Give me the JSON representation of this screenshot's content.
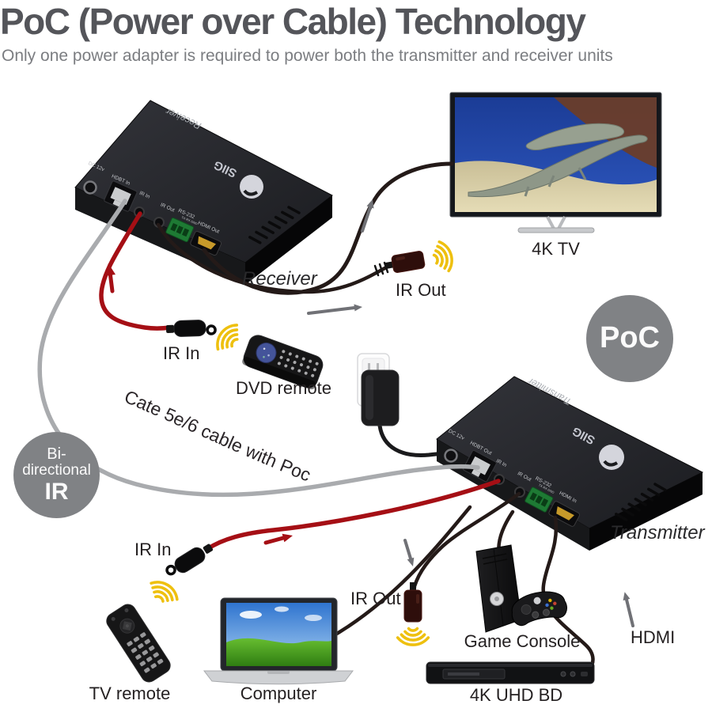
{
  "header": {
    "title": "PoC (Power over Cable) Technology",
    "subtitle": "Only one power adapter is required to power both the transmitter and receiver units"
  },
  "badges": {
    "poc": "PoC",
    "bidirectional": {
      "line1": "Bi-",
      "line2": "directional",
      "line3": "IR"
    }
  },
  "labels": {
    "tv": "4K TV",
    "receiver_caption": "Receiver",
    "transmitter_caption": "Transmitter",
    "ir_out_top": "IR Out",
    "ir_in_top": "IR In",
    "dvd_remote": "DVD remote",
    "cable_caption": "Cate 5e/6 cable with Poc",
    "ir_in_bottom": "IR In",
    "tv_remote": "TV remote",
    "computer": "Computer",
    "ir_out_bottom": "IR Out",
    "game_console": "Game Console",
    "bd_player": "4K UHD BD",
    "hdmi": "HDMI"
  },
  "devices": {
    "receiver": {
      "label": "Receiver",
      "brand": "SIIG",
      "ports": [
        "DC 12v",
        "HDBT In",
        "IR In",
        "IR Out",
        "RS-232",
        "HDMI Out"
      ],
      "rs232_pins": "TX RX GND"
    },
    "transmitter": {
      "label": "Transmitter",
      "brand": "SIIG",
      "ports": [
        "DC 12v",
        "HDBT Out",
        "IR In",
        "IR Out",
        "RS-232",
        "HDMI In"
      ],
      "rs232_pins": "TX RX GND"
    }
  },
  "colors": {
    "title_gray": "#58595b",
    "subtitle_gray": "#7d7f83",
    "badge_gray": "#808285",
    "ir_wave_yellow": "#eec00f",
    "ir_cable_red": "#a50f15",
    "cat_cable_gray": "#a9abae",
    "dark_cable": "#241a18"
  }
}
